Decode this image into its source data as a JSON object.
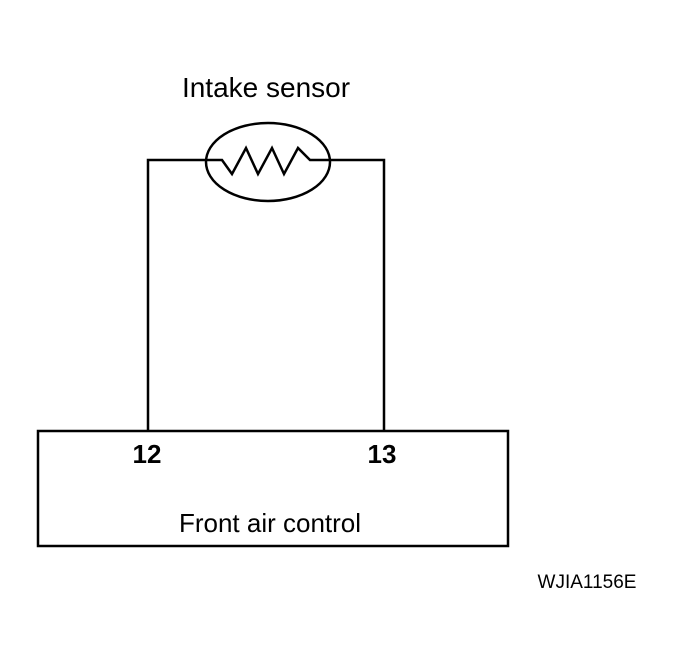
{
  "sensor": {
    "title": "Intake sensor"
  },
  "control_unit": {
    "label": "Front air control",
    "pins": {
      "left": "12",
      "right": "13"
    }
  },
  "figure_code": "WJIA1156E",
  "colors": {
    "line": "#000000",
    "background": "#ffffff"
  }
}
